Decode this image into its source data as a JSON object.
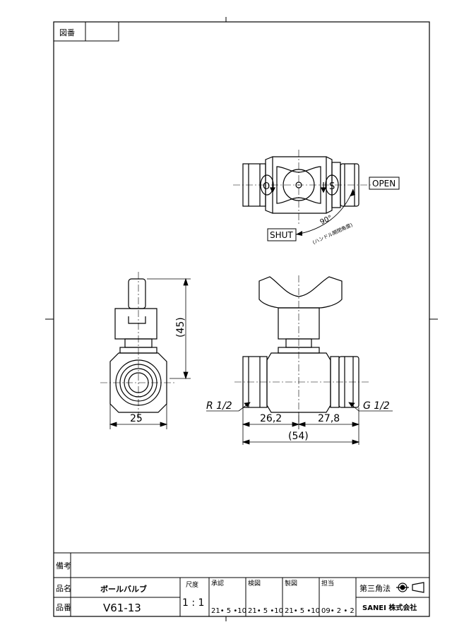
{
  "title_block": {
    "drawing_no_label": "図番",
    "remarks_label": "備考",
    "name_label": "品名",
    "part_no_label": "品番",
    "product_name": "ボールバルブ",
    "part_number": "V61-13",
    "scale_label": "尺度",
    "scale_value": "1 : 1",
    "approval_label": "承認",
    "approval_date": "21• 5 •10",
    "check_label": "検図",
    "check_date": "21• 5 •10",
    "draft_label": "製図",
    "draft_date": "21• 5 •10",
    "charge_label": "担当",
    "charge_date": "09• 2 • 2",
    "projection_label": "第三角法",
    "company": "SANEI 株式会社"
  },
  "drawing": {
    "open_label": "OPEN",
    "shut_label": "SHUT",
    "angle_label": "90°",
    "angle_note": "(ハンドル開閉角度)",
    "handle_mark_o": "O",
    "handle_mark_s": "S",
    "height_dim": "(45)",
    "width_dim": "25",
    "left_thread": "R 1/2",
    "right_thread": "G 1/2",
    "left_length": "26,2",
    "right_length": "27,8",
    "total_length": "(54)"
  }
}
